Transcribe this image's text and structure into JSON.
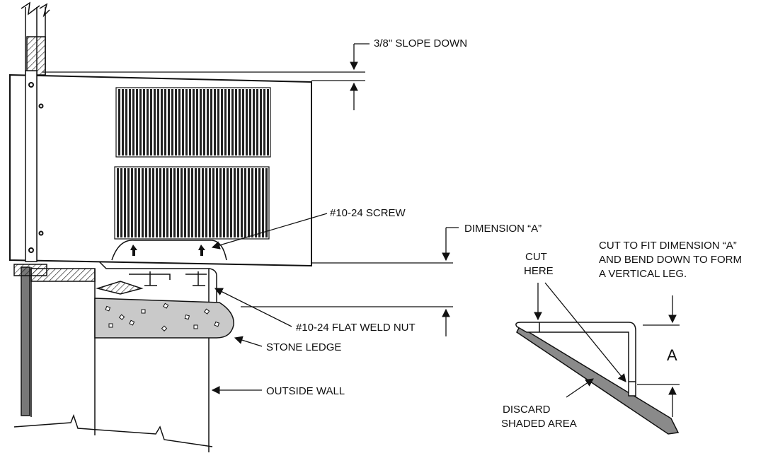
{
  "labels": {
    "slope": "3/8\" SLOPE DOWN",
    "screw": "#10-24 SCREW",
    "dimension_a": "DIMENSION “A”",
    "weld_nut": "#10-24 FLAT WELD NUT",
    "stone_ledge": "STONE LEDGE",
    "outside_wall": "OUTSIDE WALL",
    "cut_here_line1": "CUT",
    "cut_here_line2": "HERE",
    "instruction_line1": "CUT TO FIT DIMENSION “A”",
    "instruction_line2": "AND BEND DOWN TO FORM",
    "instruction_line3": "A VERTICAL LEG.",
    "dim_letter": "A",
    "discard_line1": "DISCARD",
    "discard_line2": "SHADED AREA"
  },
  "colors": {
    "ink": "#111111",
    "shade": "#8a8a8a",
    "stone": "#c9c9c9",
    "paper": "#ffffff"
  }
}
